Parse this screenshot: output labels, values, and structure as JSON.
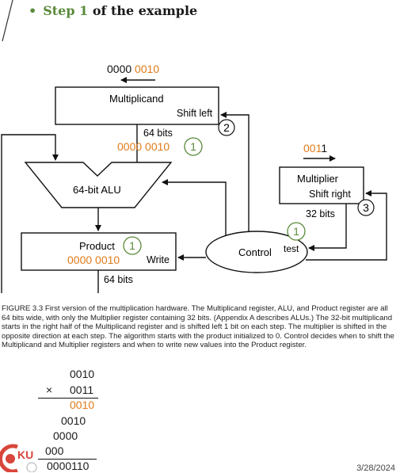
{
  "bullet": {
    "prefix": "Step",
    "number": "1",
    "suffix": "of the example"
  },
  "diagram": {
    "top_value": {
      "a": "0000",
      "b": "0010"
    },
    "multiplicand": {
      "label": "Multiplicand",
      "shift": "Shift left"
    },
    "bits_64_top": "64 bits",
    "mid_value": {
      "a": "0000",
      "b": "0010"
    },
    "alu": "64-bit ALU",
    "multiplier_value": {
      "a": "001",
      "b": "1"
    },
    "multiplier": {
      "label": "Multiplier",
      "shift": "Shift right"
    },
    "bits_32": "32 bits",
    "product": {
      "label": "Product",
      "value_a": "0000",
      "value_b": "0010",
      "write": "Write"
    },
    "bits_64_bottom": "64 bits",
    "control": "Control",
    "test": "test",
    "badges": [
      "1",
      "2",
      "3",
      "1",
      "1"
    ]
  },
  "caption": "FIGURE 3.3 First version of the multiplication hardware. The Multiplicand register, ALU, and Product register are all 64 bits wide, with only the Multiplier register containing 32 bits. (Appendix A describes ALUs.) The 32-bit multiplicand starts in the right half of the Multiplicand register and is shifted left 1 bit on each step. The multiplier is shifted in the opposite direction at each step. The algorithm starts with the product initialized to 0. Control decides when to shift the Multiplicand and Multiplier registers and when to write new values into the Product register.",
  "multiplication": {
    "row1": "0010",
    "op": "×",
    "row2": "0011",
    "row3": "0010",
    "row4": "0010",
    "row5": "0000",
    "row6": "000",
    "result": "0000110"
  },
  "logo_text": "KU",
  "date": "3/28/2024",
  "colors": {
    "green": "#5a8a3a",
    "orange": "#e07b1a",
    "logo_red": "#d8453a"
  }
}
